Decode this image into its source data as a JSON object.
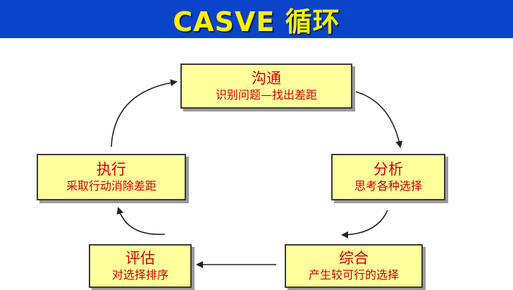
{
  "title": "CASVE 循环",
  "colors": {
    "title_bar": "#0b43c9",
    "title_text": "#ffef00",
    "node_fill": "#ffff9b",
    "node_text": "#d10000",
    "arrow": "#222222"
  },
  "nodes": [
    {
      "id": "communication",
      "title": "沟通",
      "subtitle": "识别问题—找出差距"
    },
    {
      "id": "analysis",
      "title": "分析",
      "subtitle": "思考各种选择"
    },
    {
      "id": "synthesis",
      "title": "综合",
      "subtitle": "产生较可行的选择"
    },
    {
      "id": "valuing",
      "title": "评估",
      "subtitle": "对选择排序"
    },
    {
      "id": "execution",
      "title": "执行",
      "subtitle": "采取行动消除差距"
    }
  ],
  "cycle_order": [
    "communication",
    "analysis",
    "synthesis",
    "valuing",
    "execution"
  ]
}
